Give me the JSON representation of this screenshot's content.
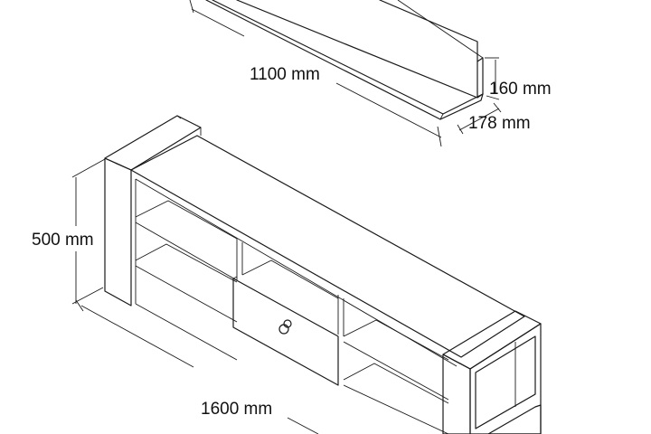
{
  "dimensions": {
    "shelf_length": "1100 mm",
    "shelf_height": "160 mm",
    "shelf_depth": "178 mm",
    "unit_height": "500 mm",
    "unit_length": "1600 mm"
  },
  "colors": {
    "line": "#1a1a1a",
    "panel_fill": "#d9d9d9",
    "background": "#ffffff"
  }
}
